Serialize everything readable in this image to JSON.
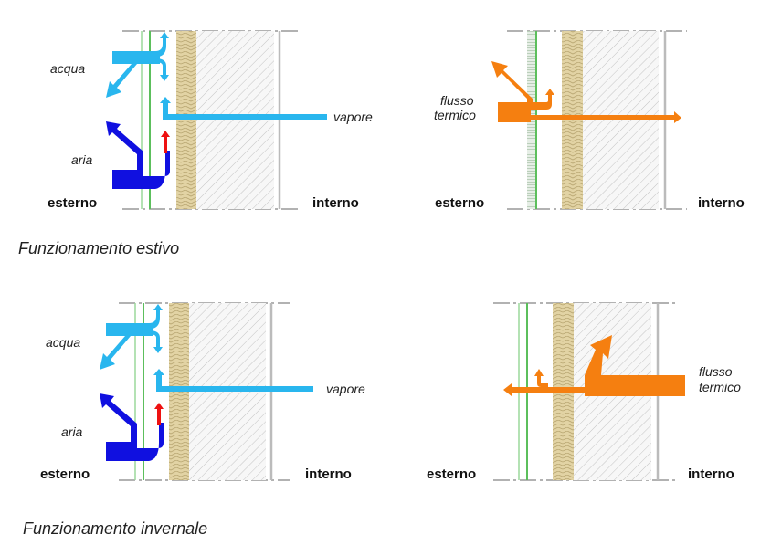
{
  "summer": {
    "caption": "Funzionamento estivo",
    "left": {
      "acqua": "acqua",
      "vapore": "vapore",
      "aria": "aria",
      "esterno": "esterno",
      "interno": "interno"
    },
    "right": {
      "flusso": "flusso",
      "termico": "termico",
      "esterno": "esterno",
      "interno": "interno"
    }
  },
  "winter": {
    "caption": "Funzionamento invernale",
    "left": {
      "acqua": "acqua",
      "vapore": "vapore",
      "aria": "aria",
      "esterno": "esterno",
      "interno": "interno"
    },
    "right": {
      "flusso": "flusso",
      "termico": "termico",
      "esterno": "esterno",
      "interno": "interno"
    }
  },
  "colors": {
    "water": "#29b6ee",
    "air": "#1010e0",
    "warm_air": "#ee1111",
    "heat": "#f57f10",
    "insulation": "#e2d3a4",
    "membrane": "#8fd48f"
  }
}
